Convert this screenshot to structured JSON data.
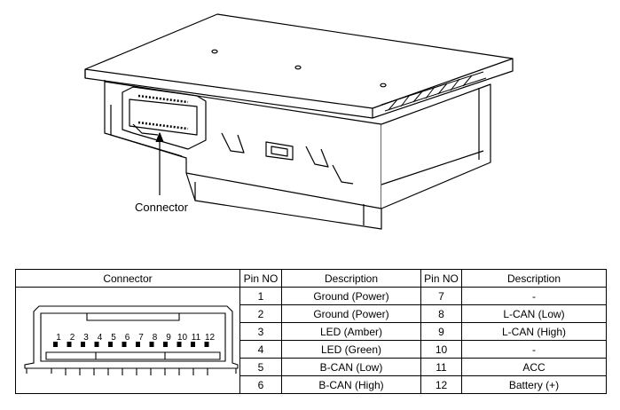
{
  "callout": {
    "connector_label": "Connector"
  },
  "table": {
    "headers": {
      "connector": "Connector",
      "pin_no_1": "Pin NO",
      "description_1": "Description",
      "pin_no_2": "Pin NO",
      "description_2": "Description"
    },
    "rows": [
      {
        "pin_a": "1",
        "desc_a": "Ground (Power)",
        "pin_b": "7",
        "desc_b": "-"
      },
      {
        "pin_a": "2",
        "desc_a": "Ground (Power)",
        "pin_b": "8",
        "desc_b": "L-CAN (Low)"
      },
      {
        "pin_a": "3",
        "desc_a": "LED (Amber)",
        "pin_b": "9",
        "desc_b": "L-CAN (High)"
      },
      {
        "pin_a": "4",
        "desc_a": "LED (Green)",
        "pin_b": "10",
        "desc_b": "-"
      },
      {
        "pin_a": "5",
        "desc_a": "B-CAN (Low)",
        "pin_b": "11",
        "desc_b": "ACC"
      },
      {
        "pin_a": "6",
        "desc_a": "B-CAN (High)",
        "pin_b": "12",
        "desc_b": "Battery (+)"
      }
    ],
    "connector_pins": [
      "1",
      "2",
      "3",
      "4",
      "5",
      "6",
      "7",
      "8",
      "9",
      "10",
      "11",
      "12"
    ]
  }
}
